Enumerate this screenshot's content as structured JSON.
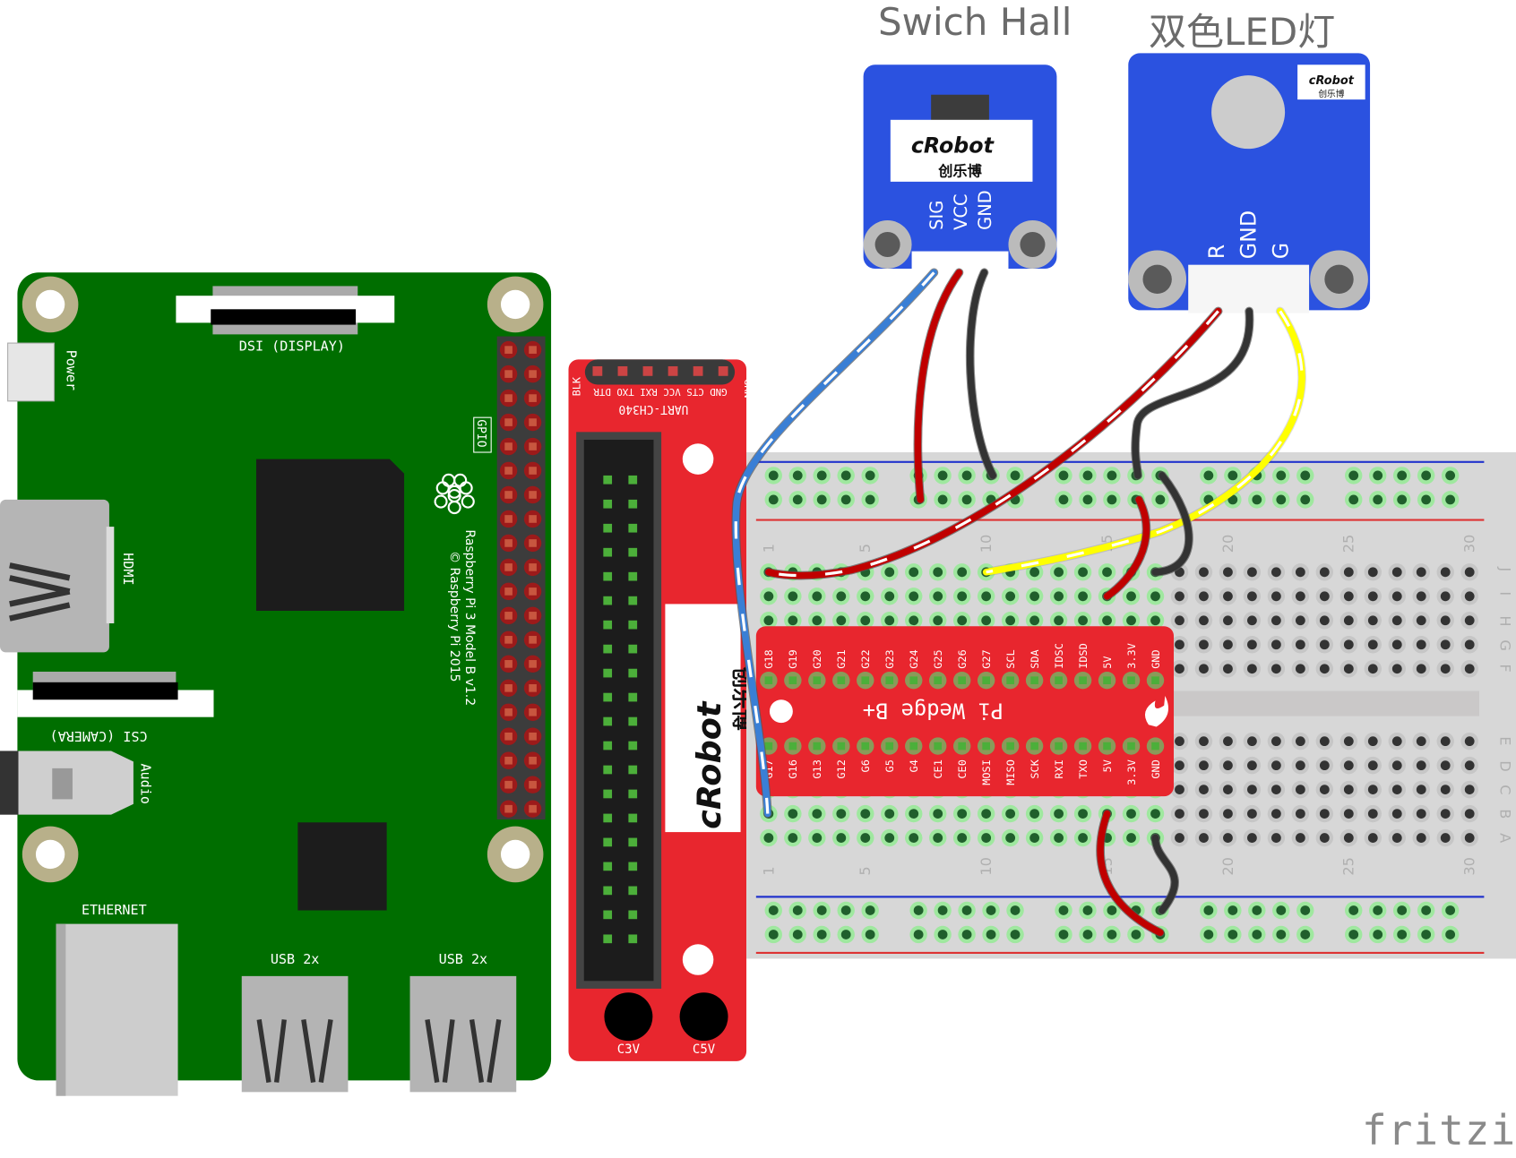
{
  "titles": {
    "hall_sensor": "Swich Hall",
    "led_module": "双色LED灯"
  },
  "hall_module": {
    "brand": "cRobot",
    "brand_cn": "创乐博",
    "pins": [
      "SIG",
      "VCC",
      "GND"
    ],
    "board_color": "#2b52e0"
  },
  "led_module": {
    "brand": "cRobot",
    "brand_cn": "创乐博",
    "pins": [
      "R",
      "GND",
      "G"
    ],
    "board_color": "#2b52e0"
  },
  "raspberry_pi": {
    "board_color": "#006e00",
    "labels": {
      "dsi": "DSI (DISPLAY)",
      "power": "Power",
      "gpio": "GPIO",
      "hdmi": "HDMI",
      "csi": "CSI (CAMERA)",
      "audio": "Audio",
      "ethernet": "ETHERNET",
      "usb1": "USB 2x",
      "usb2": "USB 2x",
      "model": "Raspberry Pi 3 Model B v1.2",
      "copyright": "© Raspberry Pi 2015"
    }
  },
  "adapter_board": {
    "color": "#e8262e",
    "uart_title": "UART-CH340",
    "uart_pins": [
      "BLK",
      "GND",
      "CTS",
      "VCC",
      "RXI",
      "TXO",
      "DTR",
      "GRN"
    ],
    "brand": "cRobot",
    "brand_cn": "创乐博",
    "jack_labels": [
      "C3V",
      "C5V"
    ]
  },
  "pi_wedge": {
    "title": "Pi Wedge B+",
    "top_pins": [
      "G18",
      "G19",
      "G20",
      "G21",
      "G22",
      "G23",
      "G24",
      "G25",
      "G26",
      "G27",
      "SCL",
      "SDA",
      "IDSC",
      "IDSD",
      "5V",
      "3.3V",
      "GND"
    ],
    "bottom_pins": [
      "G17",
      "G16",
      "G13",
      "G12",
      "G6",
      "G5",
      "G4",
      "CE1",
      "CE0",
      "MOSI",
      "MISO",
      "SCK",
      "RXI",
      "TXO",
      "5V",
      "3.3V",
      "GND"
    ]
  },
  "breadboard": {
    "column_numbers": [
      "1",
      "5",
      "10",
      "15",
      "20",
      "25",
      "30"
    ],
    "row_letters_top": [
      "J",
      "I",
      "H",
      "G",
      "F"
    ],
    "row_letters_bottom": [
      "E",
      "D",
      "C",
      "B",
      "A"
    ]
  },
  "wire_colors": {
    "blue": "#3a7fd5",
    "red": "#c00000",
    "black": "#333333",
    "yellow": "#ffff00"
  },
  "watermark": "fritzing"
}
